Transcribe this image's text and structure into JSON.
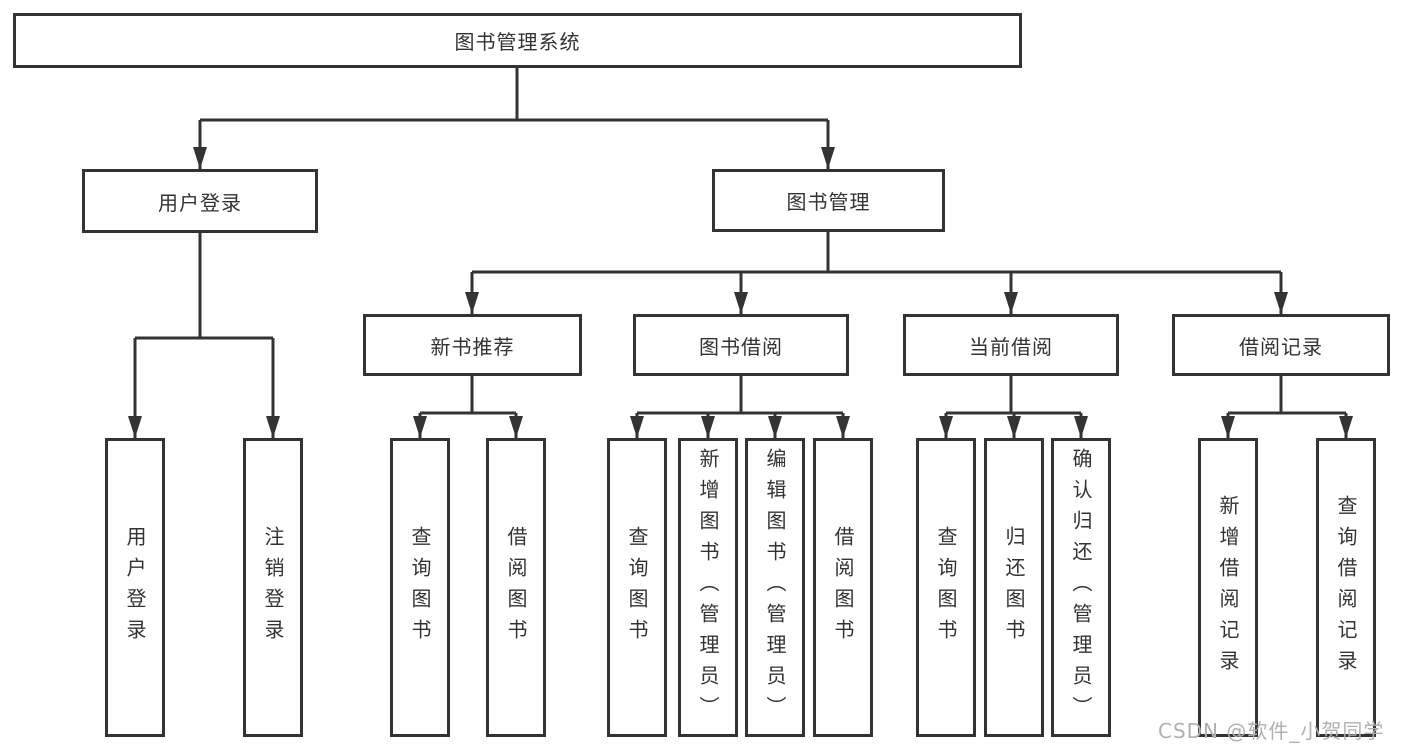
{
  "tree": {
    "root": {
      "label": "图书管理系统",
      "children": [
        {
          "label": "用户登录",
          "children": [
            {
              "label": "用户登录"
            },
            {
              "label": "注销登录"
            }
          ]
        },
        {
          "label": "图书管理",
          "children": [
            {
              "label": "新书推荐",
              "children": [
                {
                  "label": "查询图书"
                },
                {
                  "label": "借阅图书"
                }
              ]
            },
            {
              "label": "图书借阅",
              "children": [
                {
                  "label": "查询图书"
                },
                {
                  "label": "新增图书（管理员）"
                },
                {
                  "label": "编辑图书（管理员）"
                },
                {
                  "label": "借阅图书"
                }
              ]
            },
            {
              "label": "当前借阅",
              "children": [
                {
                  "label": "查询图书"
                },
                {
                  "label": "归还图书"
                },
                {
                  "label": "确认归还（管理员）"
                }
              ]
            },
            {
              "label": "借阅记录",
              "children": [
                {
                  "label": "新增借阅记录"
                },
                {
                  "label": "查询借阅记录"
                }
              ]
            }
          ]
        }
      ]
    }
  },
  "watermark": {
    "text": "CSDN @软件_小贺同学",
    "color": "#b0b0b0"
  },
  "colors": {
    "background": "#ffffff",
    "box_border": "#333333",
    "line": "#333333",
    "text": "#333333"
  }
}
